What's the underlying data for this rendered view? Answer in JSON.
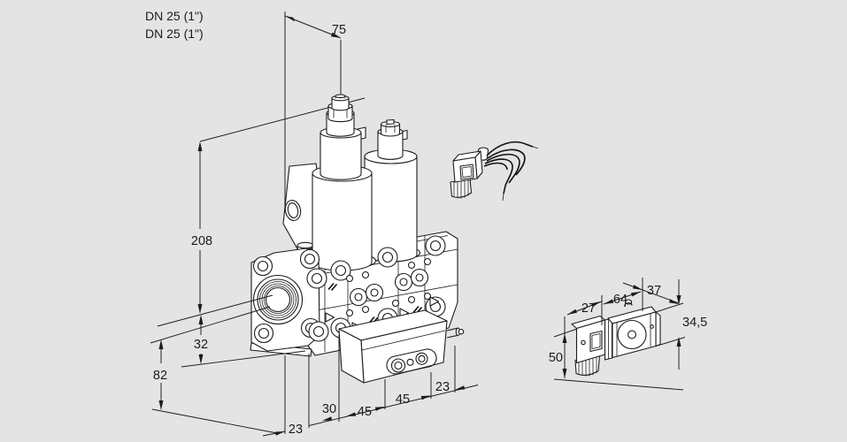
{
  "colors": {
    "background": "#e4e4e4",
    "line": "#1c1c1c",
    "fill": "#ffffff"
  },
  "labels": {
    "dn_top": "DN 25 (1\")",
    "dn_bottom": "DN 25 (1\")"
  },
  "main_valve": {
    "dims": {
      "width_top": "75",
      "height_total": "208",
      "height_flange": "32",
      "height_bottom": "82",
      "bottom_left": "23",
      "bottom_a": "30",
      "bottom_b": "45",
      "bottom_c": "45",
      "bottom_right": "23"
    }
  },
  "pilot_valve": {
    "dims": {
      "width_connector": "27",
      "length_body": "64",
      "depth_body": "37",
      "height_body": "34,5",
      "height_total": "50"
    }
  }
}
